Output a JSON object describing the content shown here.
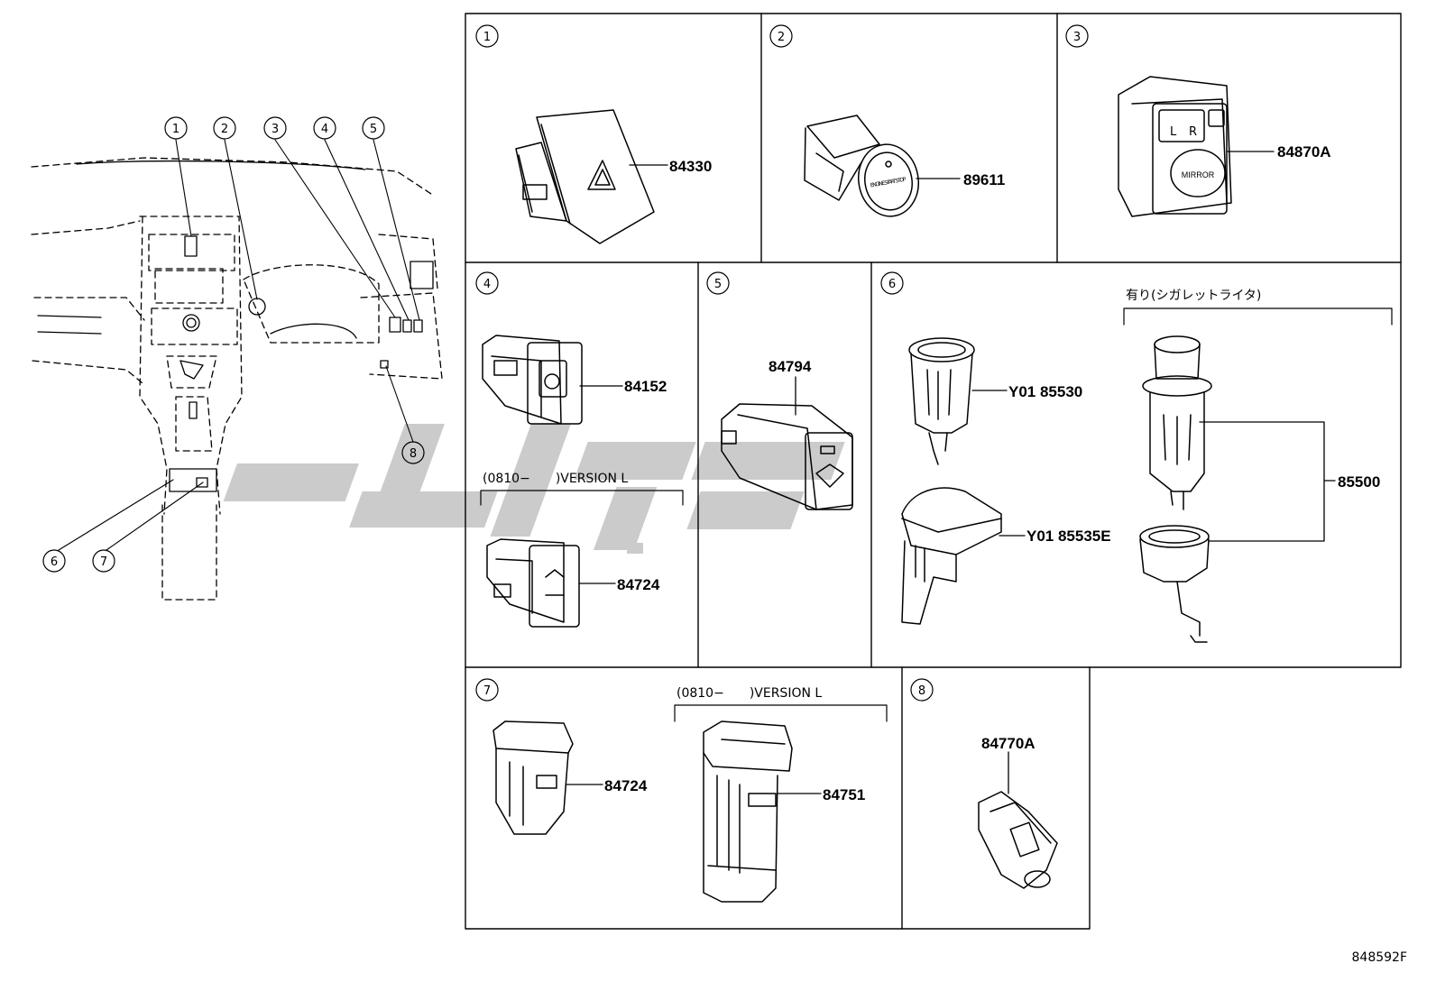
{
  "figure_code": "848592F",
  "callouts": [
    "1",
    "2",
    "3",
    "4",
    "5",
    "6",
    "7",
    "8"
  ],
  "panels": [
    {
      "id": "1",
      "parts": [
        "84330"
      ]
    },
    {
      "id": "2",
      "parts": [
        "89611"
      ]
    },
    {
      "id": "3",
      "parts": [
        "84870A"
      ]
    },
    {
      "id": "4",
      "parts": [
        "84152",
        "84724"
      ],
      "note": "(0810−　　)VERSION L"
    },
    {
      "id": "5",
      "parts": [
        "84794"
      ]
    },
    {
      "id": "6",
      "parts": [
        "Y01 85530",
        "Y01 85535E",
        "85500"
      ],
      "note": "有り(シガレットライタ)"
    },
    {
      "id": "7",
      "parts": [
        "84724",
        "84751"
      ],
      "note": "(0810−　　)VERSION L"
    },
    {
      "id": "8",
      "parts": [
        "84770A"
      ]
    }
  ],
  "switch_labels": {
    "mirror": "MIRROR",
    "mirror_l": "L",
    "mirror_r": "R",
    "engine": "ENGINE START STOP"
  }
}
